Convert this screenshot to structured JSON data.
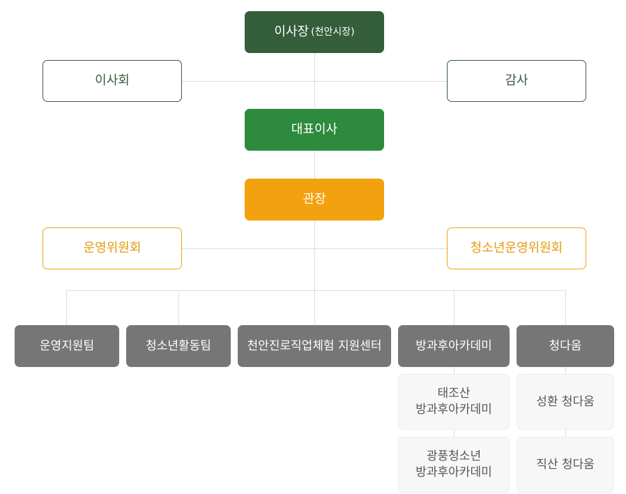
{
  "chairman": {
    "label": "이사장",
    "sub": "(천안시장)"
  },
  "board": "이사회",
  "audit": "감사",
  "representative": "대표이사",
  "director": "관장",
  "operating_committee": "운영위원회",
  "youth_committee": "청소년운영위원회",
  "teams": [
    "운영지원팀",
    "청소년활동팀",
    "천안진로직업체험 지원센터",
    "방과후아카데미",
    "청다움"
  ],
  "academy_units": [
    {
      "line1": "태조산",
      "line2": "방과후아카데미"
    },
    {
      "line1": "광풍청소년",
      "line2": "방과후아카데미"
    }
  ],
  "cheongdaum_units": [
    "성환 청다움",
    "직산 청다움"
  ],
  "colors": {
    "chairman": "#355e3b",
    "representative": "#2e8b3e",
    "director": "#f2a20e",
    "team": "#767676",
    "connector": "#dcdcdc"
  }
}
